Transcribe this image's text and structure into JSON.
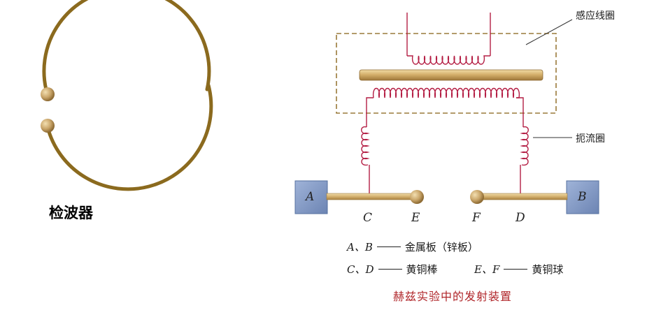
{
  "detector": {
    "title": "检波器"
  },
  "labels": {
    "induction_coil": "感应线圈",
    "choke_coil": "扼流圈",
    "plate_a": "A",
    "plate_b": "B",
    "point_c": "C",
    "point_d": "D",
    "point_e": "E",
    "point_f": "F"
  },
  "legend": [
    {
      "symbols": "A、B",
      "description": "金属板（锌板）"
    },
    {
      "symbols": "C、D",
      "description": "黄铜棒"
    },
    {
      "symbols": "E、F",
      "description": "黄铜球"
    }
  ],
  "caption": "赫兹实验中的发射装置",
  "colors": {
    "ring": "#8b6a1e",
    "ball": "#c8a468",
    "rod": "#d9b977",
    "coil": "#b41e44",
    "plate": "#7f96c2",
    "box_border": "#9a7a3a",
    "caption": "#b0262a"
  }
}
